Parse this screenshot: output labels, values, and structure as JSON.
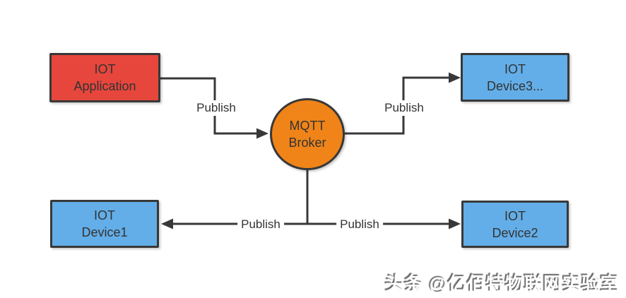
{
  "diagram": {
    "nodes": {
      "application": {
        "line1": "IOT",
        "line2": "Application"
      },
      "broker": {
        "line1": "MQTT",
        "line2": "Broker"
      },
      "device3": {
        "line1": "IOT",
        "line2": "Device3..."
      },
      "device1": {
        "line1": "IOT",
        "line2": "Device1"
      },
      "device2": {
        "line1": "IOT",
        "line2": "Device2"
      }
    },
    "edges": {
      "app_to_broker": {
        "label": "Publish"
      },
      "broker_to_device3": {
        "label": "Publish"
      },
      "broker_to_device1": {
        "label": "Publish"
      },
      "broker_to_device2": {
        "label": "Publish"
      }
    },
    "colors": {
      "application_fill": "#e7463c",
      "device_fill": "#63aee8",
      "broker_fill": "#f08418",
      "stroke": "#383838",
      "text": "#333333"
    }
  },
  "watermark": {
    "text": "头条 @亿佰特物联网实验室"
  }
}
